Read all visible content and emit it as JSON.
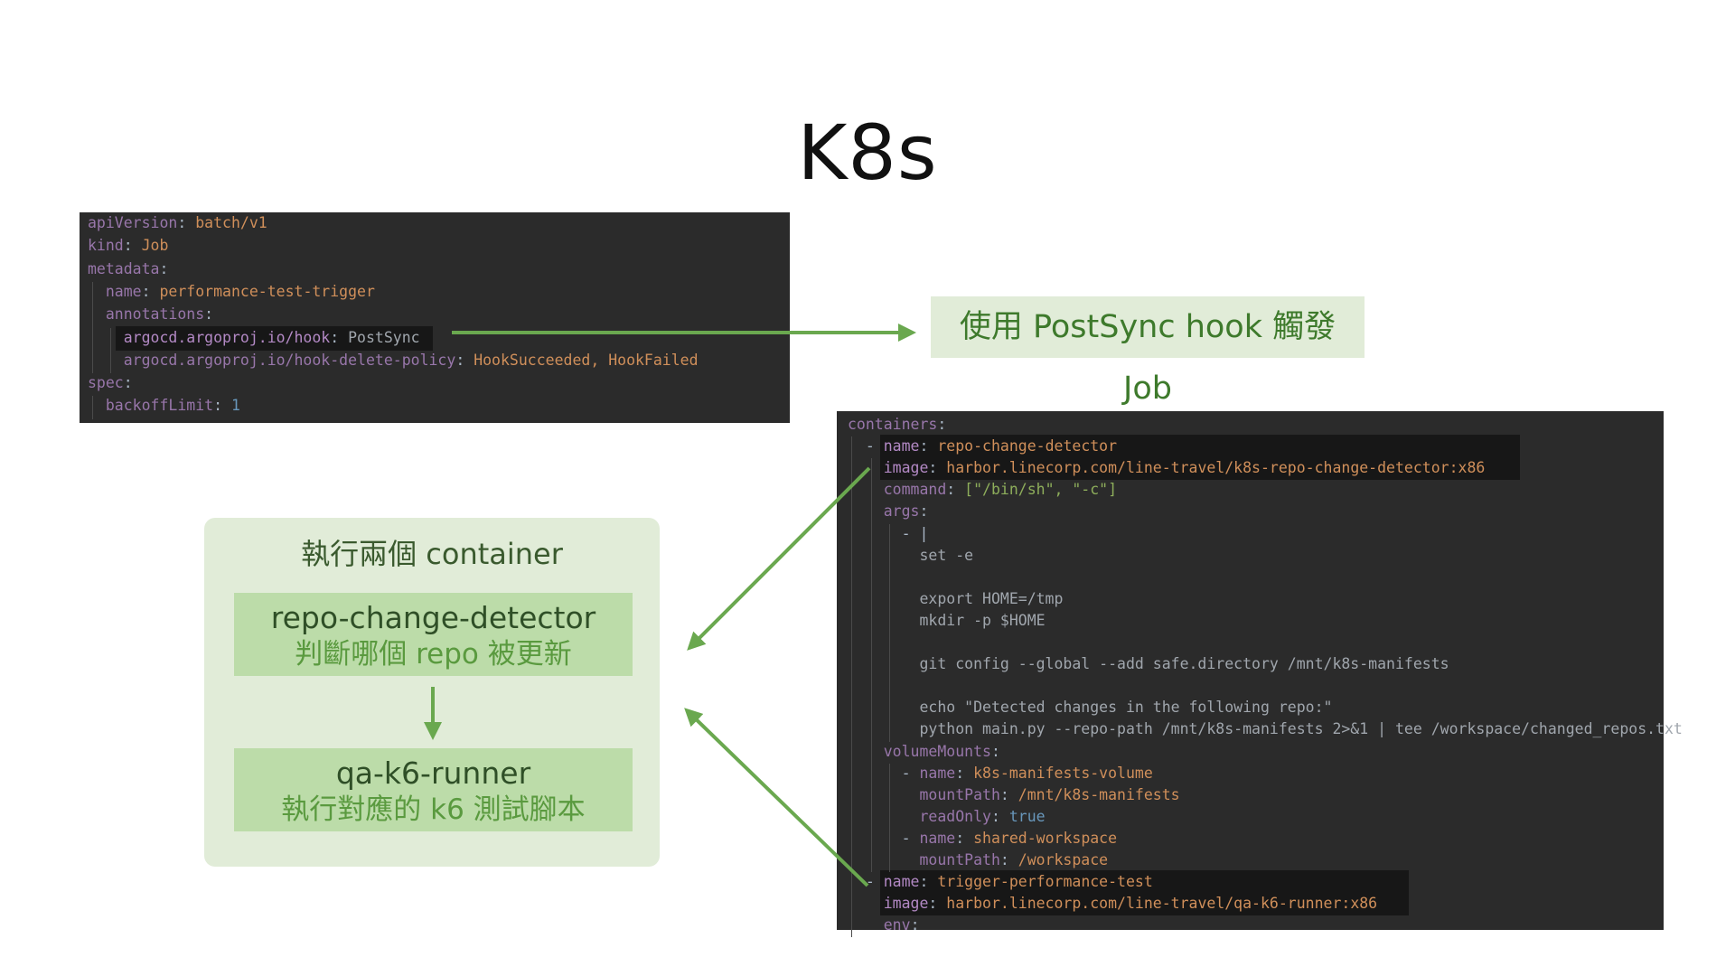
{
  "slide": {
    "title": "K8s"
  },
  "job_yaml": [
    [
      [
        "k",
        "apiVersion"
      ],
      [
        "c",
        ": "
      ],
      [
        "v",
        "batch/v1"
      ]
    ],
    [
      [
        "k",
        "kind"
      ],
      [
        "c",
        ": "
      ],
      [
        "v",
        "Job"
      ]
    ],
    [
      [
        "k",
        "metadata"
      ],
      [
        "c",
        ":"
      ]
    ],
    [
      [
        "pad",
        "  "
      ],
      [
        "k",
        "name"
      ],
      [
        "c",
        ": "
      ],
      [
        "v",
        "performance-test-trigger"
      ]
    ],
    [
      [
        "pad",
        "  "
      ],
      [
        "k",
        "annotations"
      ],
      [
        "c",
        ":"
      ]
    ],
    [
      [
        "pad",
        "    "
      ],
      [
        "k2",
        "argocd.argoproj.io/hook"
      ],
      [
        "c",
        ": "
      ],
      [
        "plain",
        "PostSync"
      ]
    ],
    [
      [
        "pad",
        "    "
      ],
      [
        "k",
        "argocd.argoproj.io/hook-delete-policy"
      ],
      [
        "c",
        ": "
      ],
      [
        "v",
        "HookSucceeded, HookFailed"
      ]
    ],
    [
      [
        "k",
        "spec"
      ],
      [
        "c",
        ":"
      ]
    ],
    [
      [
        "pad",
        "  "
      ],
      [
        "k",
        "backoffLimit"
      ],
      [
        "c",
        ": "
      ],
      [
        "n",
        "1"
      ]
    ]
  ],
  "callout": {
    "text": "使用 PostSync hook 觸發 Job"
  },
  "flow": {
    "title": "執行兩個 container",
    "steps": [
      {
        "name": "repo-change-detector",
        "desc": "判斷哪個 repo 被更新"
      },
      {
        "name": "qa-k6-runner",
        "desc": "執行對應的 k6 測試腳本"
      }
    ]
  },
  "containers_yaml": [
    [
      [
        "k",
        "containers"
      ],
      [
        "c",
        ":"
      ]
    ],
    [
      [
        "pad",
        "  "
      ],
      [
        "c",
        "- "
      ],
      [
        "k2",
        "name"
      ],
      [
        "c",
        ": "
      ],
      [
        "v",
        "repo-change-detector"
      ]
    ],
    [
      [
        "pad",
        "    "
      ],
      [
        "k2",
        "image"
      ],
      [
        "c",
        ": "
      ],
      [
        "v",
        "harbor.linecorp.com/line-travel/k8s-repo-change-detector:x86"
      ]
    ],
    [
      [
        "pad",
        "    "
      ],
      [
        "k",
        "command"
      ],
      [
        "c",
        ": "
      ],
      [
        "s",
        "[\"/bin/sh\", \"-c\"]"
      ]
    ],
    [
      [
        "pad",
        "    "
      ],
      [
        "k",
        "args"
      ],
      [
        "c",
        ":"
      ]
    ],
    [
      [
        "pad",
        "      "
      ],
      [
        "c",
        "- |"
      ]
    ],
    [
      [
        "pad",
        "        "
      ],
      [
        "plain",
        "set -e"
      ]
    ],
    [],
    [
      [
        "pad",
        "        "
      ],
      [
        "plain",
        "export HOME=/tmp"
      ]
    ],
    [
      [
        "pad",
        "        "
      ],
      [
        "plain",
        "mkdir -p $HOME"
      ]
    ],
    [],
    [
      [
        "pad",
        "        "
      ],
      [
        "plain",
        "git config --global --add safe.directory /mnt/k8s-manifests"
      ]
    ],
    [],
    [
      [
        "pad",
        "        "
      ],
      [
        "plain",
        "echo \"Detected changes in the following repo:\""
      ]
    ],
    [
      [
        "pad",
        "        "
      ],
      [
        "plain",
        "python main.py --repo-path /mnt/k8s-manifests 2>&1 | tee /workspace/changed_repos.txt"
      ]
    ],
    [
      [
        "pad",
        "    "
      ],
      [
        "k",
        "volumeMounts"
      ],
      [
        "c",
        ":"
      ]
    ],
    [
      [
        "pad",
        "      "
      ],
      [
        "c",
        "- "
      ],
      [
        "k",
        "name"
      ],
      [
        "c",
        ": "
      ],
      [
        "v",
        "k8s-manifests-volume"
      ]
    ],
    [
      [
        "pad",
        "        "
      ],
      [
        "k",
        "mountPath"
      ],
      [
        "c",
        ": "
      ],
      [
        "v",
        "/mnt/k8s-manifests"
      ]
    ],
    [
      [
        "pad",
        "        "
      ],
      [
        "k",
        "readOnly"
      ],
      [
        "c",
        ": "
      ],
      [
        "n",
        "true"
      ]
    ],
    [
      [
        "pad",
        "      "
      ],
      [
        "c",
        "- "
      ],
      [
        "k",
        "name"
      ],
      [
        "c",
        ": "
      ],
      [
        "v",
        "shared-workspace"
      ]
    ],
    [
      [
        "pad",
        "        "
      ],
      [
        "k",
        "mountPath"
      ],
      [
        "c",
        ": "
      ],
      [
        "v",
        "/workspace"
      ]
    ],
    [
      [
        "pad",
        "  "
      ],
      [
        "c",
        "- "
      ],
      [
        "k2",
        "name"
      ],
      [
        "c",
        ": "
      ],
      [
        "v",
        "trigger-performance-test"
      ]
    ],
    [
      [
        "pad",
        "    "
      ],
      [
        "k2",
        "image"
      ],
      [
        "c",
        ": "
      ],
      [
        "v",
        "harbor.linecorp.com/line-travel/qa-k6-runner:x86"
      ]
    ],
    [
      [
        "pad",
        "    "
      ],
      [
        "k",
        "env"
      ],
      [
        "c",
        ":"
      ]
    ]
  ],
  "colors": {
    "accent_green": "#6aa84f",
    "code_bg": "#2b2b2b",
    "panel_bg": "#e1ecd8",
    "step_bg": "#bcdca9"
  },
  "icons": [
    "arrow-right-icon",
    "arrow-down-icon",
    "arrow-left-icon"
  ]
}
